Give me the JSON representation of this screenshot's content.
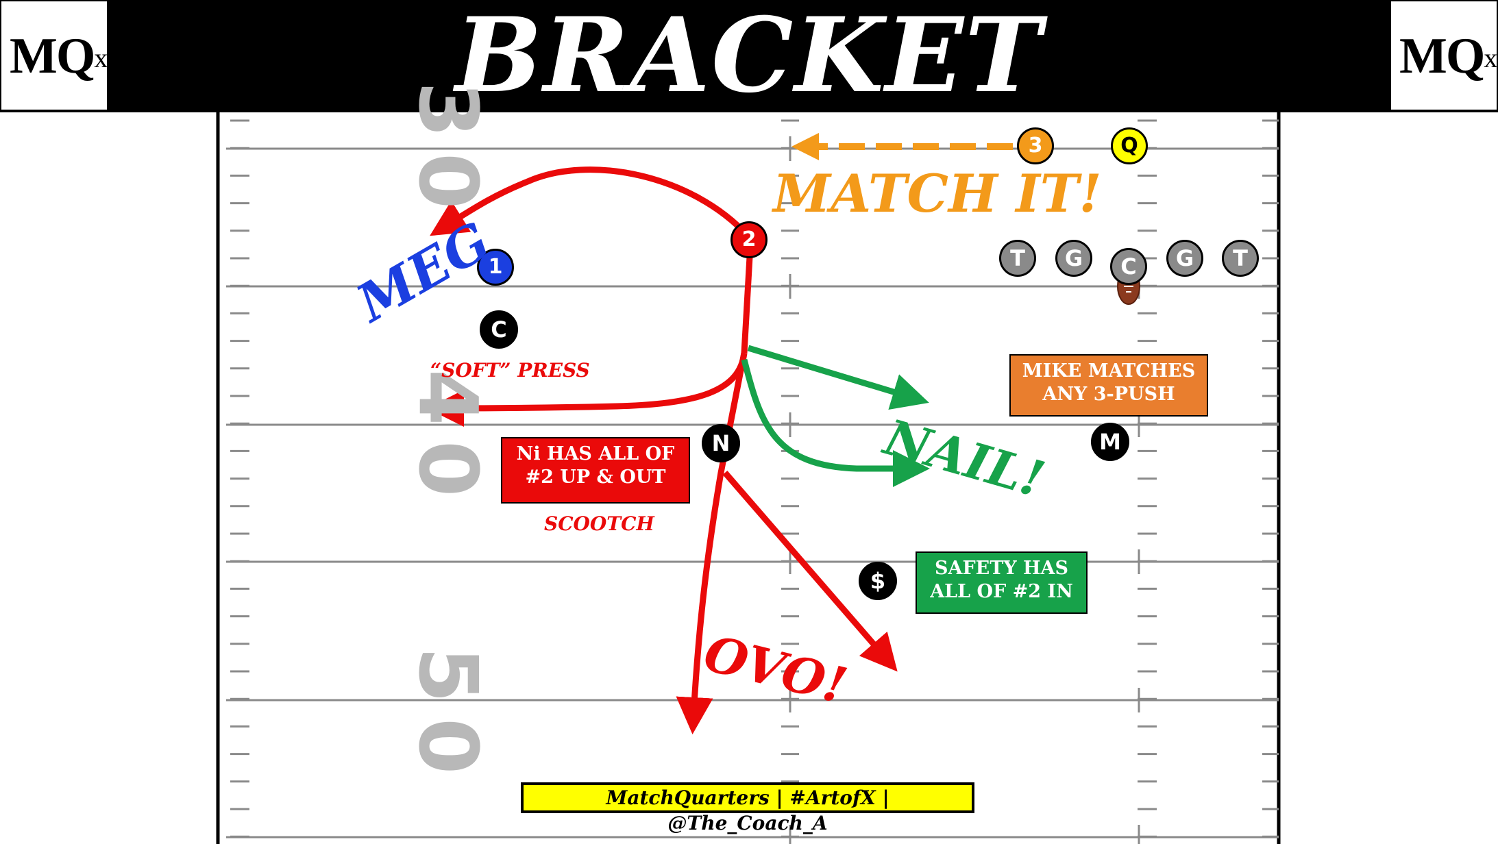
{
  "header": {
    "title": "BRACKET",
    "logo_left": "MQ",
    "logo_right": "MQ",
    "logo_mark": "x"
  },
  "field": {
    "yard_numbers": [
      "30",
      "40",
      "50"
    ]
  },
  "players": {
    "offense": {
      "left_tackle": "T",
      "left_guard": "G",
      "center": "C",
      "right_guard": "G",
      "right_tackle": "T",
      "quarterback": "Q",
      "receiver_1": "1",
      "receiver_2": "2",
      "receiver_3": "3"
    },
    "defense": {
      "corner": "C",
      "nickel": "N",
      "mike": "M",
      "safety": "$"
    }
  },
  "calls": {
    "match_it": "MATCH IT!",
    "meg": "MEG",
    "nail": "NAIL!",
    "ovo": "OVO!",
    "soft_press": "“SOFT” PRESS",
    "scootch": "SCOOTCH"
  },
  "boxes": {
    "ni": [
      "Ni HAS ALL OF",
      "#2 UP & OUT"
    ],
    "mike": [
      "MIKE MATCHES",
      "ANY 3-PUSH"
    ],
    "safety": [
      "SAFETY HAS",
      "ALL OF #2 IN"
    ]
  },
  "footer": {
    "credit": "MatchQuarters | #ArtofX | @The_Coach_A"
  },
  "colors": {
    "red": "#ea0a0a",
    "green": "#17a24a",
    "orange": "#f39a1a",
    "blue": "#1b3fe0",
    "yellow": "#ffff00",
    "box_orange": "#e97e2e",
    "line_gray": "#8a8a8a"
  }
}
